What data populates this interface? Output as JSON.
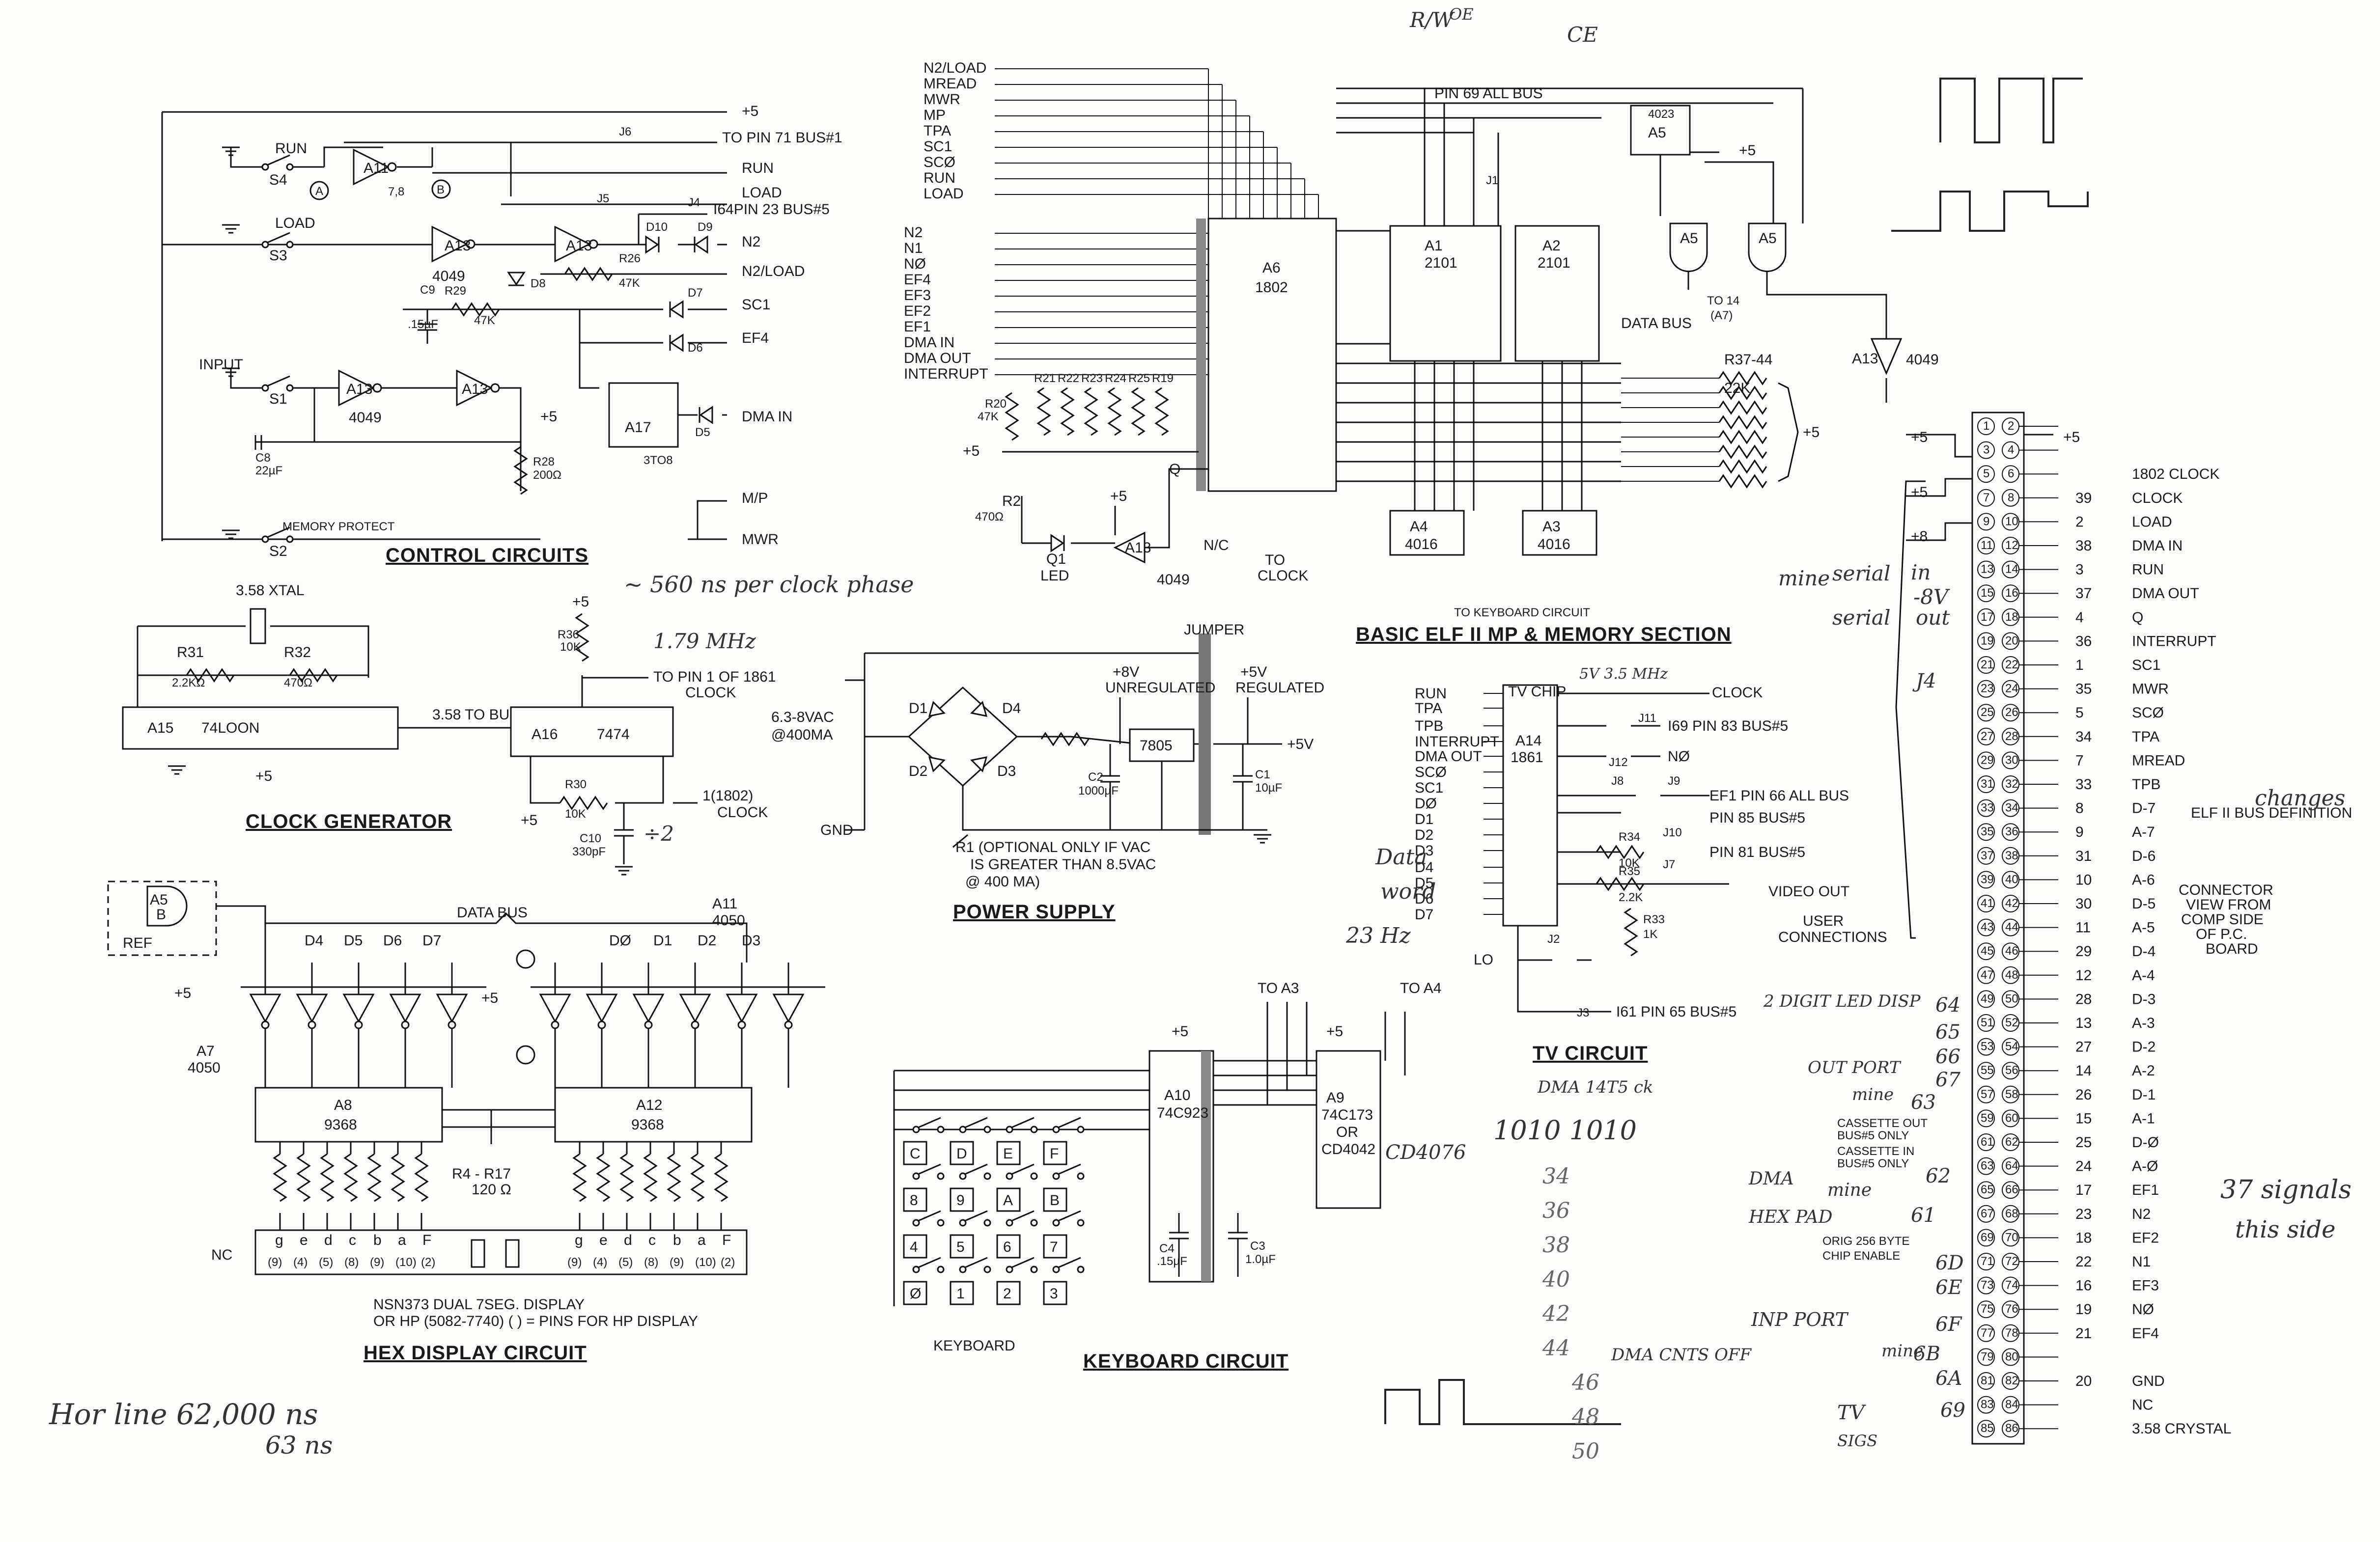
{
  "sections": {
    "control": "CONTROL CIRCUITS",
    "clock": "CLOCK GENERATOR",
    "hex": "HEX DISPLAY CIRCUIT",
    "power": "POWER SUPPLY",
    "keyboard": "KEYBOARD CIRCUIT",
    "tv": "TV CIRCUIT",
    "basic": "BASIC ELF II MP & MEMORY SECTION",
    "bus_def": "ELF II BUS DEFINITION"
  },
  "control": {
    "plus5": "+5",
    "to_pin71": "TO PIN 71 BUS#1",
    "run": "RUN",
    "load": "LOAD",
    "i64": "I64PIN 23 BUS#5",
    "n2": "N2",
    "n2load": "N2/LOAD",
    "sc1": "SC1",
    "ef4": "EF4",
    "dmain": "DMA IN",
    "mp": "M/P",
    "mwr": "MWR",
    "s4": "S4",
    "s3": "S3",
    "s1": "S1",
    "s2": "S2",
    "run_sw": "RUN",
    "load_sw": "LOAD",
    "input": "INPUT",
    "a11": "A11",
    "a13": "A13",
    "a13b": "A13",
    "a13c": "A13",
    "a13d": "A13",
    "a17": "A17",
    "a17_sub": "3TO8",
    "n4049": "4049",
    "n4049b": "4049",
    "n78": "7,8",
    "r29": "R29",
    "r29v": "47K",
    "r26": "R26",
    "r26v": "47K",
    "r28": "R28",
    "r28v": "200Ω",
    "c8": "C8",
    "c8v": "22µF",
    "c9": "C9",
    "c9v": ".15µF",
    "d7": "D7",
    "d6": "D6",
    "d5": "D5",
    "d8": "D8",
    "d9": "D9",
    "d10": "D10",
    "j6": "J6",
    "j5": "J5",
    "j4": "J4",
    "mem_protect": "MEMORY PROTECT",
    "A": "A",
    "B": "B"
  },
  "clock": {
    "xtal": "3.58 XTAL",
    "r31": "R31",
    "r31v": "2.2KΩ",
    "r32": "R32",
    "r32v": "470Ω",
    "a15": "A15",
    "a15t": "74LOON",
    "to_bus": "3.58 TO BUS",
    "a16": "A16",
    "a16t": "7474",
    "plus5": "+5",
    "r36": "R36",
    "r36v": "10K",
    "to_pin1": "TO PIN 1 OF 1861",
    "clock": "CLOCK",
    "r30": "R30",
    "r30v": "10K",
    "c10": "C10",
    "c10v": "330pF",
    "clk1802": "1(1802)",
    "clock2": "CLOCK",
    "plus5b": "+5"
  },
  "hex": {
    "data_bus": "DATA BUS",
    "a5": "A5",
    "a5b": "B",
    "ref": "REF",
    "a11": "A11",
    "a11n": "4050",
    "a7": "A7",
    "a7n": "4050",
    "a8": "A8",
    "a8n": "9368",
    "a12": "A12",
    "a12n": "9368",
    "r4": "R4 - R17",
    "r4v": "120 Ω",
    "nc": "NC",
    "display1": "NSN373 DUAL 7SEG. DISPLAY",
    "display2": "OR HP (5082-7740)   ( ) = PINS FOR HP DISPLAY",
    "d_left": [
      "D4",
      "D5",
      "D6",
      "D7"
    ],
    "d_right": [
      "DØ",
      "D1",
      "D2",
      "D3"
    ],
    "seg": [
      "g",
      "e",
      "d",
      "c",
      "b",
      "a",
      "F"
    ],
    "hp": [
      "(9)",
      "(4)",
      "(5)",
      "(8)",
      "(9)",
      "(10)",
      "(2)"
    ]
  },
  "power": {
    "jumper": "JUMPER",
    "plus8": "+8V",
    "unreg": "UNREGULATED",
    "plus5": "+5V",
    "reg": "REGULATED",
    "vac": "6.3-8VAC",
    "ma": "@400MA",
    "gnd": "GND",
    "reg_ic": "7805",
    "c2": "C2",
    "c2v": "1000µF",
    "c1": "C1",
    "c1v": "10µF",
    "r1a": "R1 (OPTIONAL ONLY IF VAC",
    "r1b": "IS GREATER THAN 8.5VAC",
    "r1c": "@ 400 MA)",
    "d1": "D1",
    "d2": "D2",
    "d3": "D3",
    "d4": "D4"
  },
  "keyboard": {
    "to_a3": "TO A3",
    "to_a4": "TO A4",
    "a10": "A10",
    "a10n": "74C923",
    "a9": "A9",
    "a9n": "74C173",
    "a9or": "OR",
    "a9alt": "CD4042",
    "c4": "C4",
    "c4v": ".15µF",
    "c3": "C3",
    "c3v": "1.0µF",
    "kb": "KEYBOARD",
    "keys": [
      "C",
      "D",
      "E",
      "F",
      "8",
      "9",
      "A",
      "B",
      "4",
      "5",
      "6",
      "7",
      "Ø",
      "1",
      "2",
      "3"
    ],
    "plus5": "+5",
    "plus5b": "+5"
  },
  "tv": {
    "chip": "TV CHIP",
    "a14": "A14",
    "a14n": "1861",
    "pins_l": [
      "RUN",
      "TPA",
      "TPB",
      "INTERRUPT",
      "DMA OUT",
      "SCØ",
      "SC1",
      "DØ",
      "D1",
      "D2",
      "D3",
      "D4",
      "D5",
      "D6",
      "D7"
    ],
    "clock": "CLOCK",
    "i69": "I69 PIN 83 BUS#5",
    "n0": "NØ",
    "ef1": "EF1 PIN 66 ALL BUS",
    "pin85": "PIN 85 BUS#5",
    "pin81": "PIN 81 BUS#5",
    "video": "VIDEO OUT",
    "user": "USER",
    "conn": "CONNECTIONS",
    "i61": "I61 PIN 65 BUS#5",
    "r34": "R34",
    "r34v": "10K",
    "r35": "R35",
    "r35v": "2.2K",
    "r33": "R33",
    "r33v": "1K",
    "lo": "LO",
    "j2": "J2",
    "j3": "J3",
    "j7": "J7",
    "j8": "J8",
    "j9": "J9",
    "j10": "J10",
    "j11": "J11",
    "j12": "J12"
  },
  "cpu": {
    "sig_in": [
      "N2/LOAD",
      "MREAD",
      "MWR",
      "MP",
      "TPA",
      "SC1",
      "SCØ",
      "RUN",
      "LOAD"
    ],
    "n_in": [
      "N2",
      "N1",
      "NØ",
      "EF4",
      "EF3",
      "EF2",
      "EF1",
      "DMA IN",
      "DMA OUT",
      "INTERRUPT"
    ],
    "a6": "A6",
    "a6n": "1802",
    "nc": "N/C",
    "to_clock1": "TO",
    "to_clock2": "CLOCK",
    "q": "Q",
    "led": "LED",
    "q1": "Q1",
    "r2": "R2",
    "r2v": "470Ω",
    "r20": "R20",
    "r20v": "47K",
    "rs": [
      "R21",
      "R22",
      "R23",
      "R24",
      "R25",
      "R19"
    ],
    "a13": "A13",
    "a13n": "4049",
    "a1": "A1",
    "a1n": "2101",
    "a2": "A2",
    "a2n": "2101",
    "a4": "A4",
    "a4n": "4016",
    "a3": "A3",
    "a3n": "4016",
    "a5n": "4023",
    "a5": "A5",
    "pin69": "PIN 69 ALL BUS",
    "j1": "J1",
    "data_bus": "DATA BUS",
    "r37": "R37-44",
    "r37v": "22K",
    "to_kb": "TO KEYBOARD CIRCUIT",
    "to14": "TO 14",
    "a7": "(A7)",
    "plus5": "+5",
    "plus5b": "+5"
  },
  "bus": {
    "left": [
      "",
      "",
      "",
      "",
      "",
      "",
      "",
      "",
      "",
      "",
      "",
      "",
      "",
      "",
      "",
      "",
      "",
      "",
      "",
      "",
      "",
      "",
      "",
      "",
      "",
      "",
      "",
      "",
      "",
      "",
      "",
      "",
      "",
      "",
      "",
      "",
      "",
      "",
      "",
      "",
      "",
      "",
      ""
    ],
    "rows": [
      {
        "n": "1",
        "m": "2",
        "f": ""
      },
      {
        "n": "3",
        "m": "4",
        "f": ""
      },
      {
        "n": "5",
        "m": "6",
        "f": "1802 CLOCK"
      },
      {
        "n": "7",
        "m": "8",
        "f": "CLOCK"
      },
      {
        "n": "9",
        "m": "10",
        "f": "LOAD"
      },
      {
        "n": "11",
        "m": "12",
        "f": "DMA IN"
      },
      {
        "n": "13",
        "m": "14",
        "f": "RUN"
      },
      {
        "n": "15",
        "m": "16",
        "f": "DMA OUT"
      },
      {
        "n": "17",
        "m": "18",
        "f": "Q"
      },
      {
        "n": "19",
        "m": "20",
        "f": "INTERRUPT"
      },
      {
        "n": "21",
        "m": "22",
        "f": "SC1"
      },
      {
        "n": "23",
        "m": "24",
        "f": "MWR"
      },
      {
        "n": "25",
        "m": "26",
        "f": "SCØ"
      },
      {
        "n": "27",
        "m": "28",
        "f": "TPA"
      },
      {
        "n": "29",
        "m": "30",
        "f": "MREAD"
      },
      {
        "n": "31",
        "m": "32",
        "f": "TPB"
      },
      {
        "n": "33",
        "m": "34",
        "f": "D-7"
      },
      {
        "n": "35",
        "m": "36",
        "f": "A-7"
      },
      {
        "n": "37",
        "m": "38",
        "f": "D-6"
      },
      {
        "n": "39",
        "m": "40",
        "f": "A-6"
      },
      {
        "n": "41",
        "m": "42",
        "f": "D-5"
      },
      {
        "n": "43",
        "m": "44",
        "f": "A-5"
      },
      {
        "n": "45",
        "m": "46",
        "f": "D-4"
      },
      {
        "n": "47",
        "m": "48",
        "f": "A-4"
      },
      {
        "n": "49",
        "m": "50",
        "f": "D-3"
      },
      {
        "n": "51",
        "m": "52",
        "f": "A-3"
      },
      {
        "n": "53",
        "m": "54",
        "f": "D-2"
      },
      {
        "n": "55",
        "m": "56",
        "f": "A-2"
      },
      {
        "n": "57",
        "m": "58",
        "f": "D-1"
      },
      {
        "n": "59",
        "m": "60",
        "f": "A-1"
      },
      {
        "n": "61",
        "m": "62",
        "f": "D-Ø"
      },
      {
        "n": "63",
        "m": "64",
        "f": "A-Ø"
      },
      {
        "n": "65",
        "m": "66",
        "f": "EF1"
      },
      {
        "n": "67",
        "m": "68",
        "f": "N2"
      },
      {
        "n": "69",
        "m": "70",
        "f": "EF2"
      },
      {
        "n": "71",
        "m": "72",
        "f": "N1"
      },
      {
        "n": "73",
        "m": "74",
        "f": "EF3"
      },
      {
        "n": "75",
        "m": "76",
        "f": "NØ"
      },
      {
        "n": "77",
        "m": "78",
        "f": "EF4"
      },
      {
        "n": "79",
        "m": "80",
        "f": ""
      },
      {
        "n": "81",
        "m": "82",
        "f": "GND"
      },
      {
        "n": "83",
        "m": "84",
        "f": "NC"
      },
      {
        "n": "85",
        "m": "86",
        "f": "3.58 CRYSTAL"
      }
    ],
    "mid": [
      "",
      "",
      "",
      "39",
      "2",
      "38",
      "3",
      "37",
      "4",
      "36",
      "1",
      "35",
      "5",
      "34",
      "7",
      "33",
      "8",
      "9",
      "31",
      "10",
      "30",
      "11",
      "29",
      "12",
      "28",
      "13",
      "27",
      "14",
      "26",
      "15",
      "25",
      "24",
      "17",
      "23",
      "18",
      "22",
      "16",
      "19",
      "21",
      "",
      "20",
      "",
      ""
    ],
    "conn1": "CONNECTOR",
    "conn2": "VIEW FROM",
    "conn3": "COMP SIDE",
    "conn4": "OF P.C.",
    "conn5": "BOARD",
    "plus5a": "+5",
    "plus5b": "+5",
    "plus5c": "+5",
    "plus8": "+8",
    "cass_out1": "CASSETTE OUT",
    "cass_out2": "BUS#5 ONLY",
    "cass_in1": "CASSETTE IN",
    "cass_in2": "BUS#5 ONLY",
    "orig1": "ORIG 256 BYTE",
    "orig2": "CHIP ENABLE"
  },
  "handwriting": {
    "rw": "R/W",
    "oe": "OE",
    "ce": "CE",
    "ns560": "~ 560 ns per clock phase",
    "mhz": "1.79 MHz",
    "div2": "÷2",
    "sig1": "5V 3.5 MHz",
    "data_wd": "Data",
    "wd": "word",
    "hz": "23 Hz",
    "binary": "1010 1010",
    "serial": "serial",
    "mine": "mine",
    "in": "in",
    "out": "out",
    "neg8": "-8V",
    "j4": "J4",
    "hor": "Hor line 62,000 ns",
    "ns63": "63 ns",
    "led_disp": "2 DIGIT LED DISP",
    "out_port": "OUT PORT",
    "dma": "DMA 14T5 ck",
    "inp_port": "INP PORT",
    "dma_cnts": "DMA CNTS OFF",
    "hex_pad": "HEX PAD",
    "dma2": "DMA",
    "sig37a": "37 signals",
    "sig37b": "this side",
    "changes": "changes",
    "cd4076": "CD4076",
    "tv": "TV",
    "syst": "SIGS",
    "hex_codes": [
      "64",
      "65",
      "66",
      "67",
      "63",
      "62",
      "61",
      "6D",
      "6E",
      "6F",
      "6B",
      "6A",
      "69"
    ],
    "nums": [
      "34",
      "36",
      "38",
      "40",
      "42",
      "44",
      "46",
      "48",
      "50"
    ]
  }
}
